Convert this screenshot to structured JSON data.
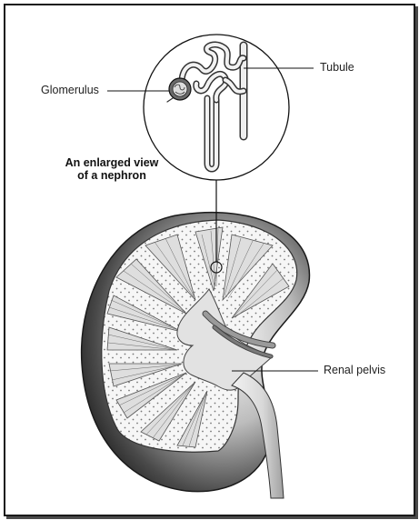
{
  "labels": {
    "glomerulus": "Glomerulus",
    "tubule": "Tubule",
    "renal_pelvis": "Renal pelvis"
  },
  "caption": {
    "line1": "An enlarged view",
    "line2": "of a nephron"
  },
  "colors": {
    "outline": "#1a1a1a",
    "cortex_dark": "#3a3a3a",
    "medulla_light": "#e6e6e6",
    "pelvis_gray": "#dcdcdc",
    "vessel_gray": "#8a8a8a"
  }
}
